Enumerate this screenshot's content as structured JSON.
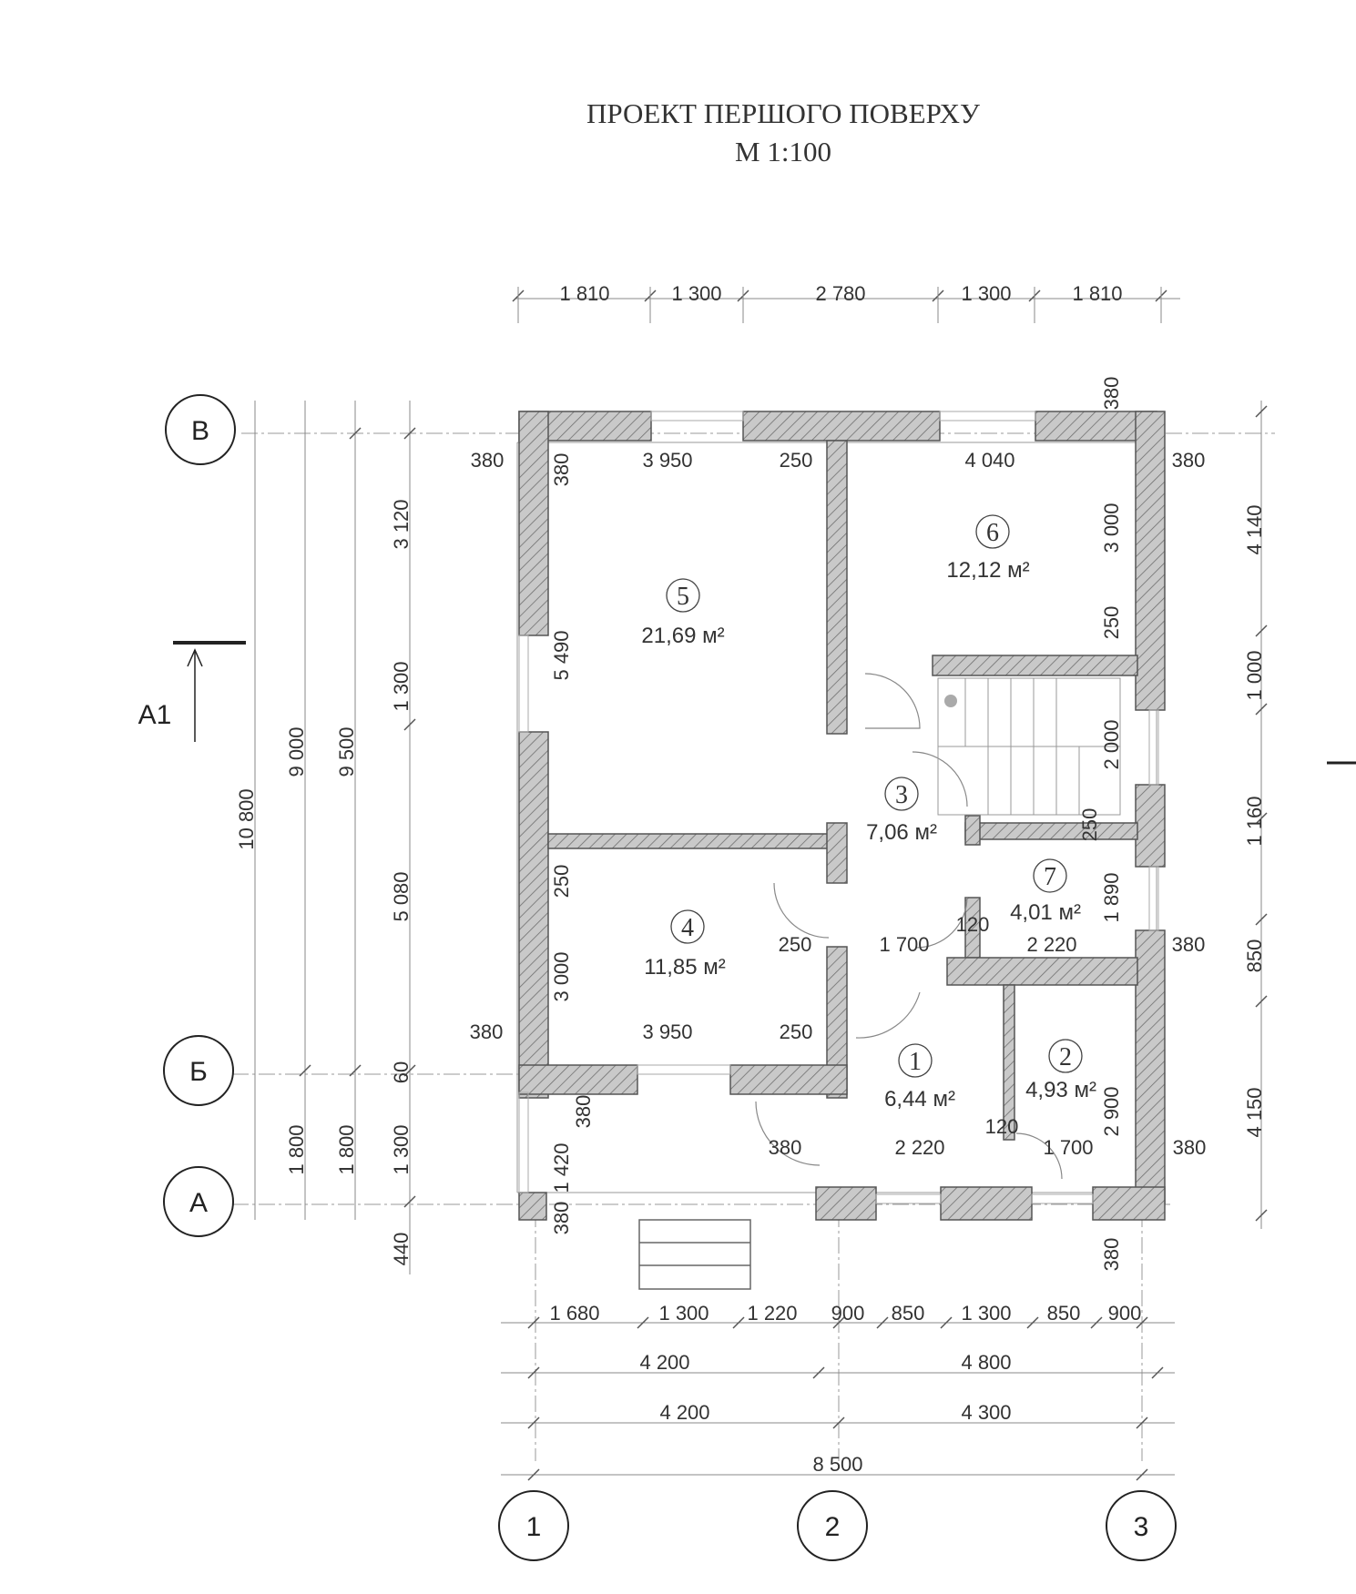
{
  "title": {
    "line1": "ПРОЕКТ ПЕРШОГО ПОВЕРХУ",
    "line2": "М 1:100"
  },
  "axes": {
    "rows": [
      "В",
      "Б",
      "А"
    ],
    "cols": [
      "1",
      "2",
      "3"
    ]
  },
  "section_mark": "А1",
  "rooms": [
    {
      "no": "1",
      "area": "6,44 м²"
    },
    {
      "no": "2",
      "area": "4,93 м²"
    },
    {
      "no": "3",
      "area": "7,06 м²"
    },
    {
      "no": "4",
      "area": "11,85 м²"
    },
    {
      "no": "5",
      "area": "21,69 м²"
    },
    {
      "no": "6",
      "area": "12,12 м²"
    },
    {
      "no": "7",
      "area": "4,01 м²"
    }
  ],
  "dims": {
    "top": [
      "1 810",
      "1 300",
      "2 780",
      "1 300",
      "1 810"
    ],
    "bottom_row1": [
      "1 680",
      "1 300",
      "1 220",
      "900",
      "850",
      "1 300",
      "850",
      "900"
    ],
    "bottom_row2": [
      "4 200",
      "4 800"
    ],
    "bottom_row3": [
      "4 200",
      "4 300"
    ],
    "bottom_total": "8 500",
    "left_outer": [
      "10 800",
      "9 000",
      "9 500",
      "1 800",
      "1 800",
      "440"
    ],
    "left_inner": [
      "3 120",
      "1 300",
      "5 080",
      "60",
      "1 300"
    ],
    "right": [
      "4 140",
      "1 000",
      "1 160",
      "850",
      "4 150"
    ],
    "interior": [
      "380",
      "380",
      "3 950",
      "250",
      "4 040",
      "380",
      "380",
      "3 000",
      "250",
      "5 490",
      "2 000",
      "250",
      "1 890",
      "120",
      "250",
      "1 700",
      "2 220",
      "380",
      "250",
      "3 000",
      "380",
      "3 950",
      "250",
      "380",
      "1 420",
      "2 900",
      "120",
      "380",
      "2 220",
      "1 700",
      "380",
      "380",
      "380"
    ]
  }
}
